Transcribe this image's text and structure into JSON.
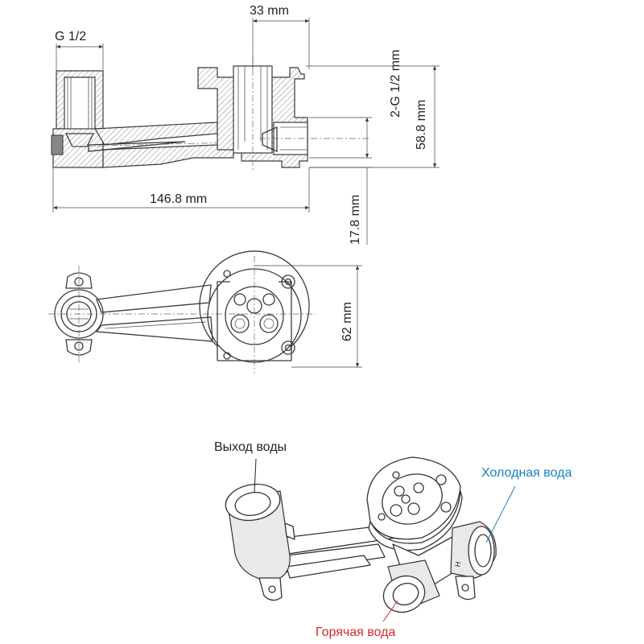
{
  "dimensions": {
    "top_width": "33 mm",
    "thread_left": "G 1/2",
    "thread_right": "2-G 1/2 mm",
    "height": "58.8 mm",
    "depth": "17.8 mm",
    "length": "146.8 mm",
    "plan_height": "62 mm"
  },
  "labels": {
    "water_outlet": "Выход воды",
    "cold_water": "Холодная вода",
    "hot_water": "Горячая вода"
  },
  "colors": {
    "cold_water": "#1a7fc1",
    "hot_water": "#d42a2a",
    "outlet": "#222222",
    "leader_cold": "#1a7fc1",
    "leader_hot": "#d42a2a"
  }
}
